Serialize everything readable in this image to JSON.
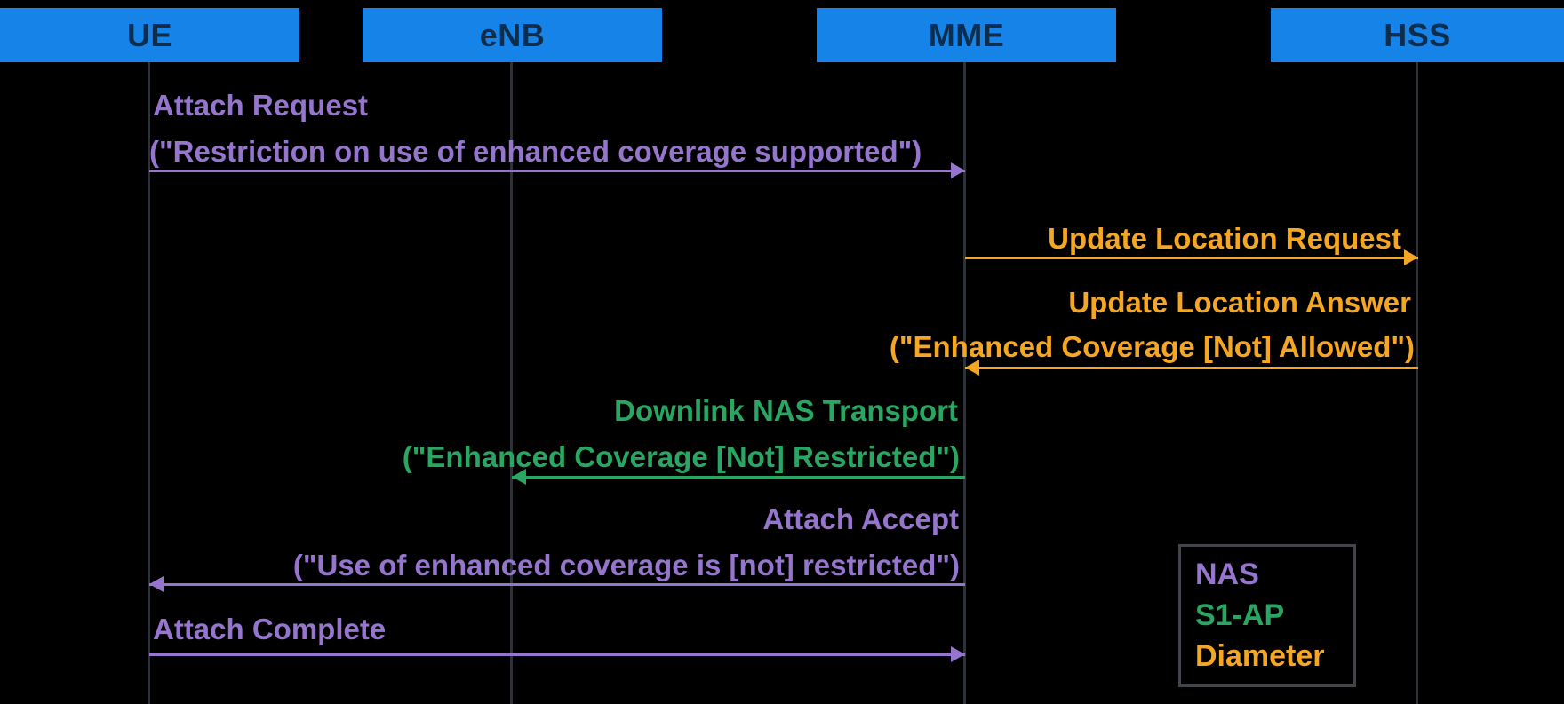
{
  "diagram": {
    "type": "sequence-diagram",
    "actors": [
      {
        "id": "UE",
        "label": "UE"
      },
      {
        "id": "eNB",
        "label": "eNB"
      },
      {
        "id": "MME",
        "label": "MME"
      },
      {
        "id": "HSS",
        "label": "HSS"
      }
    ],
    "messages": [
      {
        "line1": "Attach Request",
        "line2": "(\"Restriction on use of enhanced coverage supported\")",
        "from": "UE",
        "to": "MME",
        "protocol": "NAS",
        "color": "purple"
      },
      {
        "line1": "Update Location Request",
        "line2": "",
        "from": "MME",
        "to": "HSS",
        "protocol": "Diameter",
        "color": "orange"
      },
      {
        "line1": "Update Location Answer",
        "line2": "(\"Enhanced Coverage [Not] Allowed\")",
        "from": "HSS",
        "to": "MME",
        "protocol": "Diameter",
        "color": "orange"
      },
      {
        "line1": "Downlink NAS Transport",
        "line2": "(\"Enhanced Coverage [Not] Restricted\")",
        "from": "MME",
        "to": "eNB",
        "protocol": "S1-AP",
        "color": "green"
      },
      {
        "line1": "Attach Accept",
        "line2": "(\"Use of enhanced coverage is [not] restricted\")",
        "from": "MME",
        "to": "UE",
        "protocol": "NAS",
        "color": "purple"
      },
      {
        "line1": "Attach Complete",
        "line2": "",
        "from": "UE",
        "to": "MME",
        "protocol": "NAS",
        "color": "purple"
      }
    ],
    "legend": [
      {
        "label": "NAS",
        "color": "purple"
      },
      {
        "label": "S1-AP",
        "color": "green"
      },
      {
        "label": "Diameter",
        "color": "orange"
      }
    ],
    "colors": {
      "purple": "#9575cd",
      "green": "#29a661",
      "orange": "#f5a623",
      "header_bg": "#1583e8",
      "header_text": "#0d2d4d",
      "lifeline": "#2e3238",
      "background": "#000000"
    }
  }
}
